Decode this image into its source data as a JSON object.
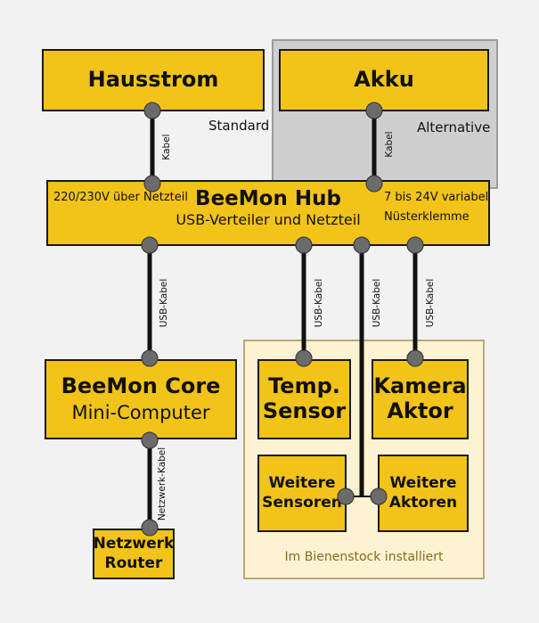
{
  "sources": {
    "mains": {
      "title": "Hausstrom",
      "note": "Standard"
    },
    "battery": {
      "title": "Akku",
      "note": "Alternative"
    }
  },
  "hub": {
    "title": "BeeMon Hub",
    "subtitle": "USB-Verteiler und Netzteil",
    "left_note": "220/230V über Netzteil",
    "right_note_1": "7 bis 24V variabel",
    "right_note_2": "Nüsterklemme"
  },
  "core": {
    "title": "BeeMon Core",
    "subtitle": "Mini-Computer"
  },
  "router": {
    "line1": "Netzwerk",
    "line2": "Router"
  },
  "hive": {
    "caption": "Im Bienenstock installiert",
    "temp": {
      "line1": "Temp.",
      "line2": "Sensor"
    },
    "camera": {
      "line1": "Kamera",
      "line2": "Aktor"
    },
    "more_sensors": {
      "line1": "Weitere",
      "line2": "Sensoren"
    },
    "more_actuators": {
      "line1": "Weitere",
      "line2": "Aktoren"
    }
  },
  "cables": {
    "kabel": "Kabel",
    "usb": "USB-Kabel",
    "network": "Netzwerk-Kabel"
  },
  "colors": {
    "box_fill": "#f2c318",
    "connector": "#6b6b6b",
    "alt_region": "#cfcfcf",
    "hive_region": "#fdf3d2"
  }
}
